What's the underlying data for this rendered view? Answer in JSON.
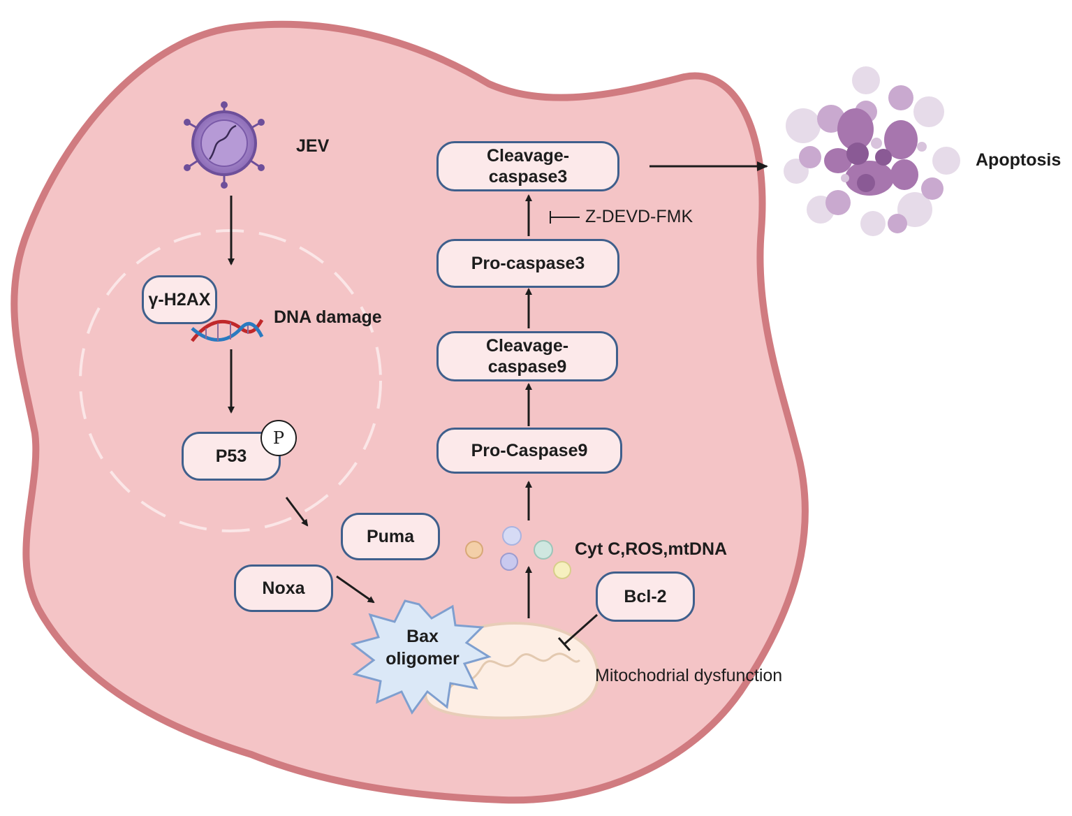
{
  "virus": {
    "label": "JEV"
  },
  "nucleus": {
    "h2ax": "γ-H2AX",
    "dna_damage": "DNA damage",
    "p53": "P53",
    "phospho": "P"
  },
  "bcl_family": {
    "puma": "Puma",
    "noxa": "Noxa",
    "bax": [
      "Bax",
      "oligomer"
    ]
  },
  "mito": {
    "label": "Mitochodrial dysfunction",
    "release": "Cyt C,ROS,mtDNA",
    "bcl2": "Bcl-2"
  },
  "caspases": {
    "pro_casp9": "Pro-Caspase9",
    "cleav_casp9": [
      "Cleavage-",
      "caspase9"
    ],
    "pro_casp3": "Pro-caspase3",
    "cleav_casp3": [
      "Cleavage-",
      "caspase3"
    ],
    "inhibitor": "Z-DEVD-FMK"
  },
  "outcome": "Apoptosis",
  "colors": {
    "cell_fill": "#f4c4c6",
    "cell_border": "#d07b80",
    "box_border": "#3f5f8c",
    "box_fill": "#fce9ea",
    "virus": "#9a78c0",
    "apoptotic_body": "#9a6aa6"
  }
}
